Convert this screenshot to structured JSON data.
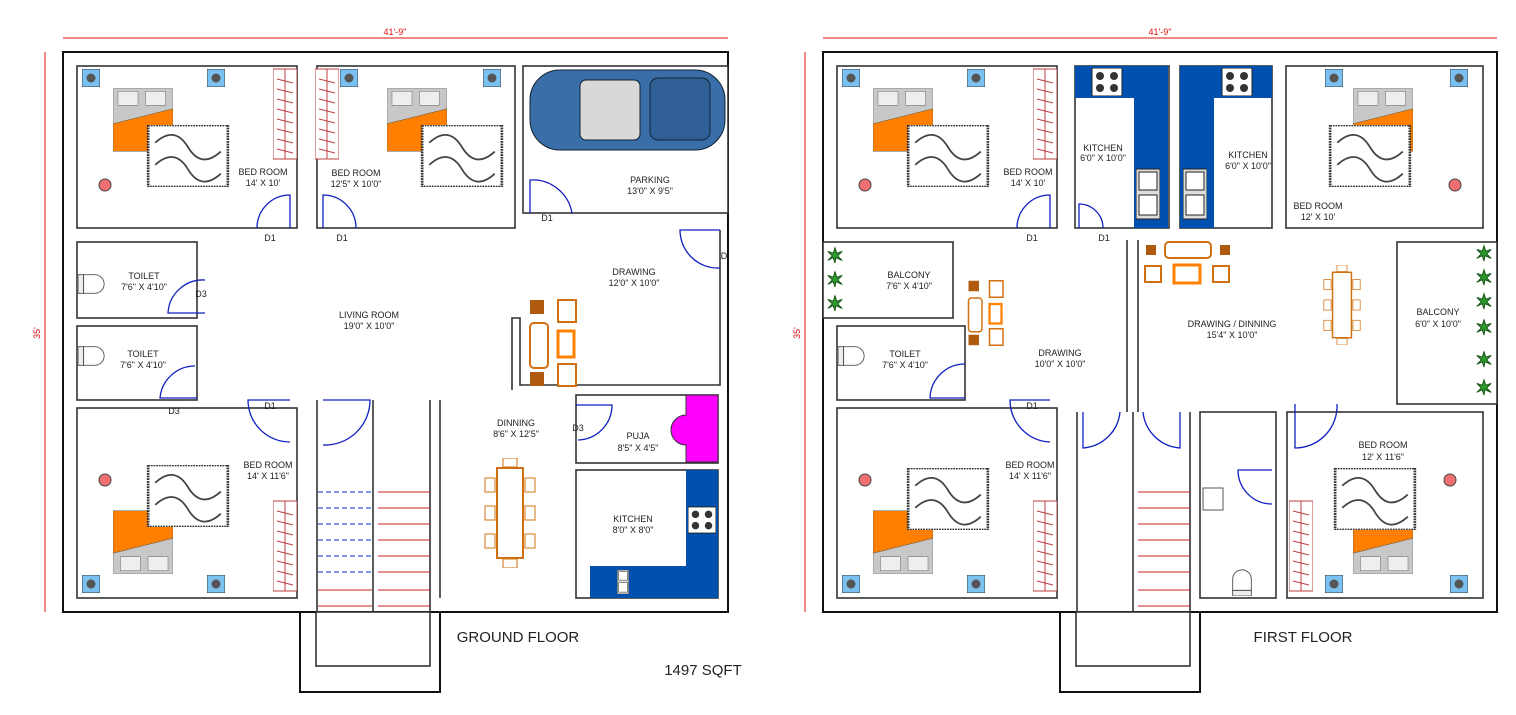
{
  "colors": {
    "bedspread": "#ff8000",
    "counter": "#0050b0",
    "puja": "#ff00ff",
    "door": "#1020c0",
    "dimension": "#e01010",
    "car": "#3a6ea8"
  },
  "dimensions": {
    "width": "41'-9\"",
    "depth": "35'"
  },
  "ground_floor": {
    "title": "GROUND FLOOR",
    "area": "1497 SQFT",
    "rooms": [
      {
        "name": "BED ROOM",
        "size": "14' X 10'"
      },
      {
        "name": "BED ROOM",
        "size": "12'5\" X 10'0\""
      },
      {
        "name": "PARKING",
        "size": "13'0\" X 9'5\""
      },
      {
        "name": "TOILET",
        "size": "7'6\" X 4'10\""
      },
      {
        "name": "TOILET",
        "size": "7'6\" X 4'10\""
      },
      {
        "name": "LIVING ROOM",
        "size": "19'0\" X 10'0\""
      },
      {
        "name": "DRAWING",
        "size": "12'0\" X 10'0\""
      },
      {
        "name": "DINNING",
        "size": "8'6\" X 12'5\""
      },
      {
        "name": "PUJA",
        "size": "8'5\" X 4'5\""
      },
      {
        "name": "KITCHEN",
        "size": "8'0\" X 8'0\""
      },
      {
        "name": "BED ROOM",
        "size": "14' X 11'6\""
      }
    ],
    "doors": [
      "D1",
      "D1",
      "D1",
      "D",
      "D3",
      "D3",
      "D1",
      "D3"
    ]
  },
  "first_floor": {
    "title": "FIRST FLOOR",
    "rooms": [
      {
        "name": "BED ROOM",
        "size": "14' X 10'"
      },
      {
        "name": "KITCHEN",
        "size": "6'0\" X 10'0\""
      },
      {
        "name": "KITCHEN",
        "size": "6'0\" X 10'0\""
      },
      {
        "name": "BED ROOM",
        "size": "12' X 10'"
      },
      {
        "name": "BALCONY",
        "size": "7'6\" X 4'10\""
      },
      {
        "name": "TOILET",
        "size": "7'6\" X 4'10\""
      },
      {
        "name": "DRAWING",
        "size": "10'0\" X 10'0\""
      },
      {
        "name": "DRAWING / DINNING",
        "size": "15'4\" X 10'0\""
      },
      {
        "name": "BALCONY",
        "size": "6'0\" X 10'0\""
      },
      {
        "name": "BED ROOM",
        "size": "14' X 11'6\""
      },
      {
        "name": "BED ROOM",
        "size": "12' X 11'6\""
      }
    ],
    "doors": [
      "D1",
      "D1",
      "D1"
    ]
  }
}
